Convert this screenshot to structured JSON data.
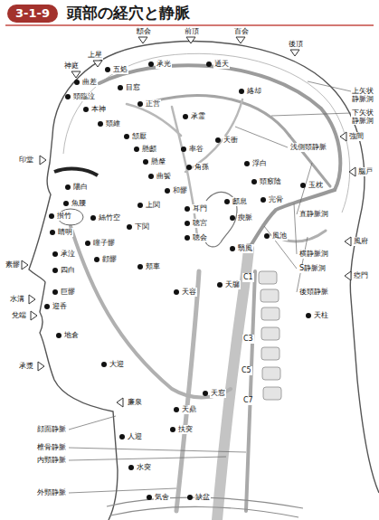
{
  "diagram": {
    "title": "頭部の経穴と静脈",
    "nodes": [
      {
        "text": [
          "3-1-9"
        ]
      }
    ],
    "labels": [
      "顖会",
      "前頂",
      "百会",
      "後頂",
      "上星",
      "神庭",
      "承光",
      "通天",
      "五処",
      "曲差",
      "目窓",
      "頭臨泣",
      "本神",
      "正営",
      "絡却",
      "承霊",
      "頭維",
      "頷厭",
      "懸顱",
      "懸釐",
      "曲鬢",
      "率谷",
      "天衝",
      "浮白",
      "角孫",
      "頭竅陰",
      "完骨",
      "玉枕",
      "和髎",
      "顱息",
      "耳門",
      "瘈脈",
      "聴宮",
      "聴会",
      "翳風",
      "風池",
      "天柱",
      "上関",
      "下関",
      "頬車",
      "顴髎",
      "瞳子髎",
      "絲竹空",
      "魚腰",
      "陽白",
      "攅竹",
      "睛明",
      "承泣",
      "四白",
      "巨髎",
      "迎香",
      "地倉",
      "大迎",
      "印堂",
      "素髎",
      "水溝",
      "兌端",
      "承漿",
      "強間",
      "脳戸",
      "風府",
      "瘂門",
      "上矢状静脈洞",
      "下矢状静脈洞",
      "浅側頭静脈",
      "直静脈洞",
      "横静脈洞",
      "S静脈洞",
      "後頭静脈",
      "C1",
      "C3",
      "C5",
      "C7",
      "廉泉",
      "人迎",
      "扶突",
      "天窓",
      "天鼎",
      "天容",
      "天牖",
      "水突",
      "気舎",
      "缺盆",
      "顔面静脈",
      "椎骨静脈",
      "内頸静脈",
      "外頸静脈"
    ]
  }
}
